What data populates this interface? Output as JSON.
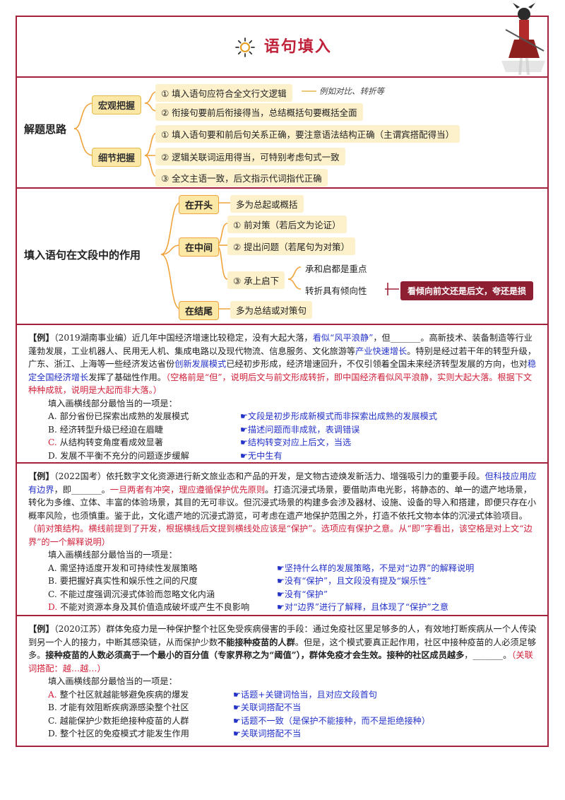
{
  "header": {
    "title": "语句填入",
    "sun_icon": "sun-icon"
  },
  "section1": {
    "label": "解题思路",
    "groups": [
      {
        "label": "宏观把握",
        "items": [
          "① 填入语句应符合全文行文逻辑",
          "② 衔接句要前后衔接得当，总结概括句要概括全面"
        ],
        "note": "例如对比、转折等"
      },
      {
        "label": "细节把握",
        "items": [
          "① 填入语句要和前后句关系正确，要注意语法结构正确（主谓宾搭配得当）",
          "② 逻辑关联词运用得当，可特别考虑句式一致",
          "③ 全文主语一致，后文指示代词指代正确"
        ]
      }
    ]
  },
  "section2": {
    "label": "填入语句在文段中的作用",
    "start": {
      "label": "在开头",
      "text": "多为总起或概括"
    },
    "middle": {
      "label": "在中间",
      "items": [
        "① 前对策（若后文为论证）",
        "② 提出问题（若尾句为对策）",
        "③ 承上启下"
      ],
      "sub": [
        "承和启都是重点",
        "转折具有倾向性"
      ],
      "callout": "看倾向前文还是后文，夸还是损"
    },
    "end": {
      "label": "在结尾",
      "text": "多为总结或对策句"
    }
  },
  "example1": {
    "tag": "【例】",
    "source": "（2019湖南事业编）",
    "p1": "近几年中国经济增速比较稳定，没有大起大落，",
    "p1b": "看似“风平浪静”",
    "p1c": "，但_______。高新技术、装备制造等行业蓬勃发展，工业机器人、民用无人机、集成电路以及现代物流、信息服务、文化旅游等",
    "p1d": "产业快速增长",
    "p1e": "。特别是经过若干年的转型升级，广东、浙江、上海等一些经济发达省份",
    "p1f": "创新发展模式",
    "p1g": "已经初步形成，经济增速回升，不仅引领着全国未来经济转型发展的方向，也对",
    "p1h": "稳定全国经济增长",
    "p1i": "发挥了基础性作用。",
    "p1j": "（空格前是“但”，说明后文与前文形成转折，即中国经济看似风平浪静，实则大起大落。根据下文种种成就，说明是大起而非大落。）",
    "question": "填入画横线部分最恰当的一项是：",
    "options": [
      {
        "letter": "A.",
        "text": "部分省份已探索出成熟的发展模式",
        "note": "☛文段是初步形成新模式而非探索出成熟的发展模式"
      },
      {
        "letter": "B.",
        "text": "经济转型升级已经迫在眉睫",
        "note": "☛描述问题而非成就，表调错误"
      },
      {
        "letter": "C.",
        "text": "从结构转变角度看成效显著",
        "note": "☛结构转变对应上后文，当选"
      },
      {
        "letter": "D.",
        "text": "发展不平衡不充分的问题逐步缓解",
        "note": "☛无中生有"
      }
    ]
  },
  "example2": {
    "tag": "【例】",
    "source": "（2022国考）",
    "p1": "依托数字文化资源进行新文旅业态和产品的开发，是文物古迹焕发新活力、增强吸引力的重要手段。",
    "p1b": "但科技应用应有边界",
    "p1c": "，即_______。",
    "p1d": "一旦两者有冲突，理应遵循保护优先原则",
    "p1e": "。打造沉浸式场景，要借助声电光影，将静态的、单一的遗产地场景，转化为多维、立体、丰富的体验场景，其目的无可非议。但沉浸式场景的构建多会涉及器材、设施、设备的导入和搭建，即便只存在小概率风险，也须慎重。鉴于此，文化遗产地的沉浸式游览，可考虑在遗产地保护范围之外，打造不依托文物本体的沉浸式体验项目。",
    "p1f": "（前对策结构。横线前提到了开发，根据横线后文提到横线处应该是“保护”。选项应有保护之意。从“即”字看出，该空格是对上文“边界”的一个解释说明）",
    "question": "填入画横线部分最恰当的一项是：",
    "options": [
      {
        "letter": "A.",
        "text": "需坚持适度开发和可持续性发展策略",
        "note": "☛坚持什么样的发展策略，不是对“边界”的解释说明"
      },
      {
        "letter": "B.",
        "text": "要把握好真实性和娱乐性之间的尺度",
        "note": "☛没有“保护”，且文段没有提及“娱乐性”"
      },
      {
        "letter": "C.",
        "text": "不能过度强调沉浸式体验而忽略文化内涵",
        "note": "☛没有“保护”"
      },
      {
        "letter": "D.",
        "text": "不能对资源本身及其价值造成破坏或产生不良影响",
        "note": "☛对“边界”进行了解释，且体现了“保护”之意"
      }
    ]
  },
  "example3": {
    "tag": "【例】",
    "source": "（2020江苏）",
    "p1": "群体免疫力是一种保护整个社区免受疾病侵害的手段：通过免疫社区里足够多的人，有效地打断疾病从一个人传染到另一个人的接力，中断其感染链，从而保护少数",
    "p1b": "不能接种疫苗的人群",
    "p1c": "。但是，这个模式要真正起作用，社区中接种疫苗的人必须足够多。",
    "p1d": "接种疫苗的人数必须高于一个最小的百分值（专家界称之为“阈值”），群体免疫才会生效。接种的社区成员越多",
    "p1e": "，_______。",
    "p1f": "（关联词搭配：越…越…）",
    "question": "填入画横线部分最恰当的一项是：",
    "options": [
      {
        "letter": "A.",
        "text": "整个社区就越能够避免疾病的爆发",
        "note": "☛话题+关键词恰当，且对应文段首句"
      },
      {
        "letter": "B.",
        "text": "才能有效阻断疾病源感染整个社区",
        "note": "☛关联词搭配不当"
      },
      {
        "letter": "C.",
        "text": "越能保护少数拒绝接种疫苗的人群",
        "note": "☛话题不一致（是保护不能接种，而不是拒绝接种）"
      },
      {
        "letter": "D.",
        "text": "整个社区的免疫模式才能发生作用",
        "note": "☛关联词搭配不当"
      }
    ]
  },
  "colors": {
    "accent": "#a2233b",
    "box": "#fbe7a6",
    "red": "#d0213a",
    "blue": "#2432c8"
  }
}
